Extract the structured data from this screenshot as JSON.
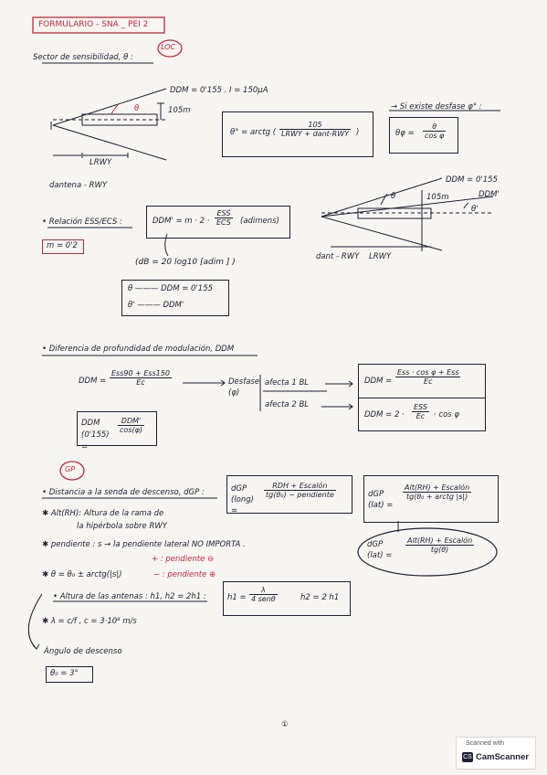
{
  "header": {
    "title": "FORMULARIO - SNA _ PEI 2",
    "loc_tag": "LOC",
    "gp_tag": "GP"
  },
  "loc": {
    "sector_title": "Sector de sensibilidad, θ :",
    "ddm_top": "DDM = 0'155 .  I = 150µA",
    "height_105": "105m",
    "theta": "θ",
    "l_rwy": "LRWY",
    "d_antena": "dantena - RWY",
    "theta_deg_formula": {
      "lhs": "θ° = arctg (",
      "num": "105",
      "den": "LRWY + dant-RWY",
      "rhs": ")"
    },
    "desfase_note": "→ Si existe desfase  φ° :",
    "theta_phi": {
      "lhs": "θφ =",
      "num": "θ",
      "den": "cos φ"
    },
    "diagram2": {
      "ddm_top": "DDM = 0'155",
      "ddm_prime": "DDM'",
      "h105": "105m",
      "theta": "θ",
      "theta_prime": "θ'",
      "d_ant": "dant - RWY",
      "l_rwy": "LRWY"
    },
    "relacion_title": "• Relación  ESS/ECS  :",
    "m_value": "m = 0'2",
    "ddm_prime_formula": {
      "lhs": "DDM' = m · 2 ·",
      "num": "ESS",
      "den": "ECS",
      "rhs": "(adimens)"
    },
    "db_formula": "(dB = 20 log10 [adim ] )",
    "theta_map": [
      "θ ——— DDM = 0'155",
      "θ' ——— DDM'"
    ]
  },
  "diferencia": {
    "title": "• Diferencia de profundidad de modulación, DDM",
    "ddm_lhs": "DDM =",
    "ddm_num": "Ess90 + Ess150",
    "ddm_den": "Ec",
    "desfase_label": "Desfase (φ)",
    "afecta1": "afecta 1 BL",
    "afecta2": "afecta 2 BL",
    "r1_lhs": "DDM =",
    "r1_num": "Ess · cos φ + Ess",
    "r1_den": "Ec",
    "r2_lhs": "DDM = 2 ·",
    "r2_num": "ESS",
    "r2_den": "Ec",
    "r2_rhs": "· cos φ",
    "ddm0155_lhs": "DDM (0'155) =",
    "ddm0155_num": "DDM'",
    "ddm0155_den": "cos(φ)"
  },
  "gp": {
    "distancia_title": "• Distancia a la senda de descenso, dGP :",
    "long_lhs": "dGP (long) =",
    "long_num": "RDH + Escalón",
    "long_den": "tg(θ₀) − pendiente",
    "lat_lhs": "dGP (lat) =",
    "lat_num": "Alt(RH) + Escalón",
    "lat_den": "tg(θ₀ + arctg |s|)",
    "lat2_lhs": "dGP (lat) =",
    "lat2_num": "Alt(RH) + Escalón",
    "lat2_den": "tg(θ)",
    "alt_rh_note_1": "✱ Alt(RH): Altura de la rama de",
    "alt_rh_note_2": "la hipérbola sobre RWY",
    "pendiente_note": "✱ pendiente : s → la pendiente lateral NO IMPORTA .",
    "plus_pend": "+ : pendiente ⊖",
    "minus_pend": "− : pendiente ⊕",
    "theta_formula": "✱  θ = θ₀ ± arctg(|s|)",
    "altura_antenas": "• Altura de las antenas : h1, h2 = 2h1 :",
    "h1_lhs": "h1 =",
    "h1_num": "λ",
    "h1_den": "4 senθ",
    "h2": "h2 = 2 h1",
    "lambda_note": "✱  λ = c/f  ,  c = 3·10⁸ m/s",
    "angulo_descenso": "Ángulo de descenso",
    "theta0": "θ₀ = 3°"
  },
  "footer": {
    "page_mark": "①",
    "scanned_with": "Scanned with",
    "camscanner": "CamScanner"
  }
}
